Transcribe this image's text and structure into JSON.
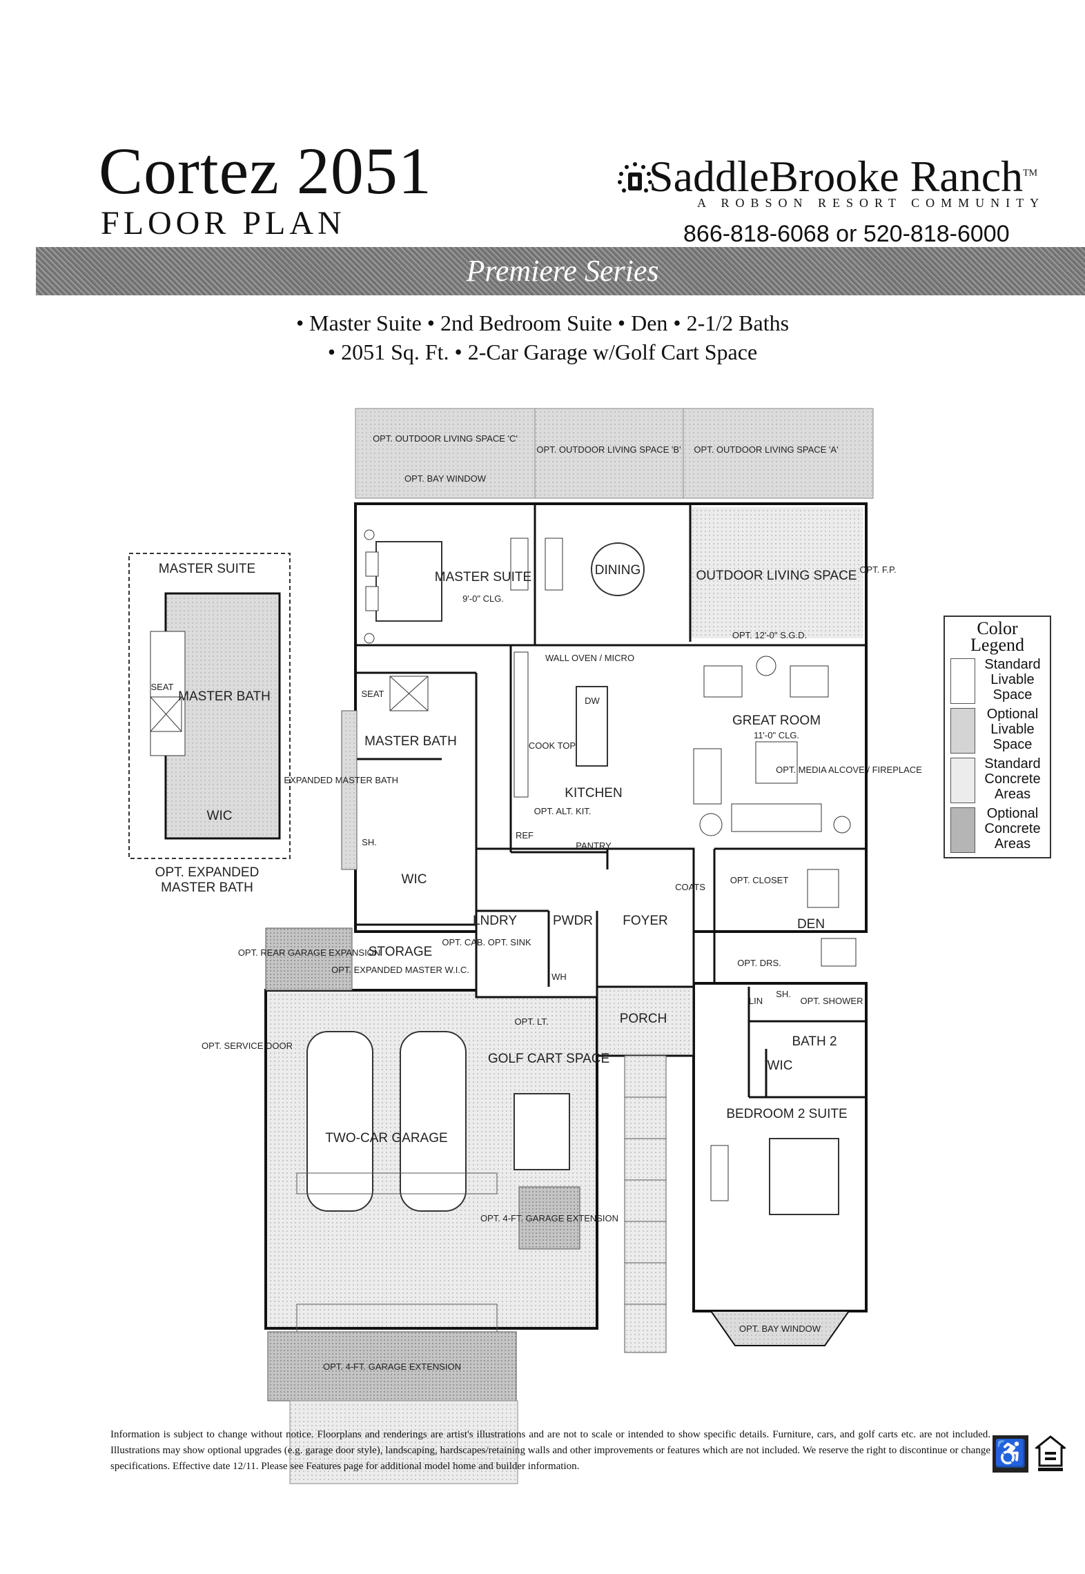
{
  "header": {
    "plan_name": "Cortez 2051",
    "plan_subtitle": "FLOOR PLAN",
    "brand": "SaddleBrooke Ranch",
    "brand_tm": "TM",
    "brand_tagline": "A ROBSON RESORT COMMUNITY",
    "phone": "866-818-6068 or 520-818-6000",
    "series": "Premiere Series"
  },
  "features": {
    "line1": "• Master Suite • 2nd Bedroom Suite • Den • 2-1/2 Baths",
    "line2": "• 2051 Sq. Ft. • 2-Car Garage w/Golf Cart Space"
  },
  "legend": {
    "title_line1": "Color",
    "title_line2": "Legend",
    "items": [
      {
        "line1": "Standard",
        "line2": "Livable",
        "line3": "Space",
        "color": "#ffffff"
      },
      {
        "line1": "Optional",
        "line2": "Livable",
        "line3": "Space",
        "color": "#d4d4d4"
      },
      {
        "line1": "Standard",
        "line2": "Concrete",
        "line3": "Areas",
        "color": "#ececec"
      },
      {
        "line1": "Optional",
        "line2": "Concrete",
        "line3": "Areas",
        "color": "#b5b5b5"
      }
    ]
  },
  "rooms": {
    "opt_outdoor_c": "OPT. OUTDOOR LIVING SPACE 'C'",
    "opt_outdoor_b": "OPT. OUTDOOR LIVING SPACE 'B'",
    "opt_outdoor_a": "OPT. OUTDOOR LIVING SPACE 'A'",
    "opt_bay_window_top": "OPT. BAY WINDOW",
    "master_suite": "MASTER SUITE",
    "master_suite_clg": "9'-0\" CLG.",
    "dining": "DINING",
    "outdoor_living": "OUTDOOR LIVING SPACE",
    "opt_ff": "OPT. F.P.",
    "opt_sgd": "OPT. 12'-0\" S.G.D.",
    "wall_oven": "WALL OVEN / MICRO",
    "seat": "SEAT",
    "master_bath": "MASTER BATH",
    "dw": "DW",
    "cook_top": "COOK TOP",
    "great_room": "GREAT ROOM",
    "great_room_clg": "11'-0\" CLG.",
    "opt_media": "OPT. MEDIA ALCOVE / FIREPLACE",
    "kitchen": "KITCHEN",
    "opt_alt_kit": "OPT. ALT. KIT.",
    "ref": "REF",
    "pantry": "PANTRY",
    "sh": "SH.",
    "wic_master": "WIC",
    "coats": "COATS",
    "opt_closet": "OPT. CLOSET",
    "den": "DEN",
    "lndry": "LNDRY",
    "pwdr": "PWDR",
    "foyer": "FOYER",
    "opt_cab_sink": "OPT. CAB. OPT. SINK",
    "opt_drs": "OPT. DRS.",
    "storage": "STORAGE",
    "opt_expanded_wic": "OPT. EXPANDED MASTER W.I.C.",
    "opt_rear_garage": "OPT. REAR GARAGE EXPANSION",
    "wh": "WH",
    "opt_lt": "OPT. LT.",
    "porch": "PORCH",
    "lin": "LIN",
    "sh2": "SH.",
    "opt_shower": "OPT. SHOWER",
    "bath2": "BATH 2",
    "wic2": "WIC",
    "opt_service_door": "OPT. SERVICE DOOR",
    "golf_cart": "GOLF CART SPACE",
    "two_car": "TWO-CAR GARAGE",
    "bedroom2": "BEDROOM 2 SUITE",
    "opt_4ft_ext_side": "OPT. 4-FT. GARAGE EXTENSION",
    "opt_4ft_ext_bottom": "OPT. 4-FT. GARAGE EXTENSION",
    "opt_bay_window_bottom": "OPT. BAY WINDOW",
    "opt_expanded_bath_vert": "OPT. EXPANDED MASTER BATH"
  },
  "inset": {
    "master_suite": "MASTER SUITE",
    "seat": "SEAT",
    "master_bath": "MASTER BATH",
    "wic": "WIC",
    "caption_line1": "OPT. EXPANDED",
    "caption_line2": "MASTER BATH"
  },
  "footer": {
    "disclaimer": "Information is subject to change without notice. Floorplans and renderings are artist's illustrations and are not to scale or intended to show specific details. Furniture, cars, and golf carts etc. are not included. Illustrations may show optional upgrades (e.g. garage door style), landscaping, hardscapes/retaining walls and other improvements or features which are not included. We reserve the right to discontinue or change specifications. Effective date 12/11. Please see Features page for additional model home and builder information.",
    "accessibility_icon": "wheelchair-icon",
    "housing_icon": "equal-housing-icon"
  }
}
